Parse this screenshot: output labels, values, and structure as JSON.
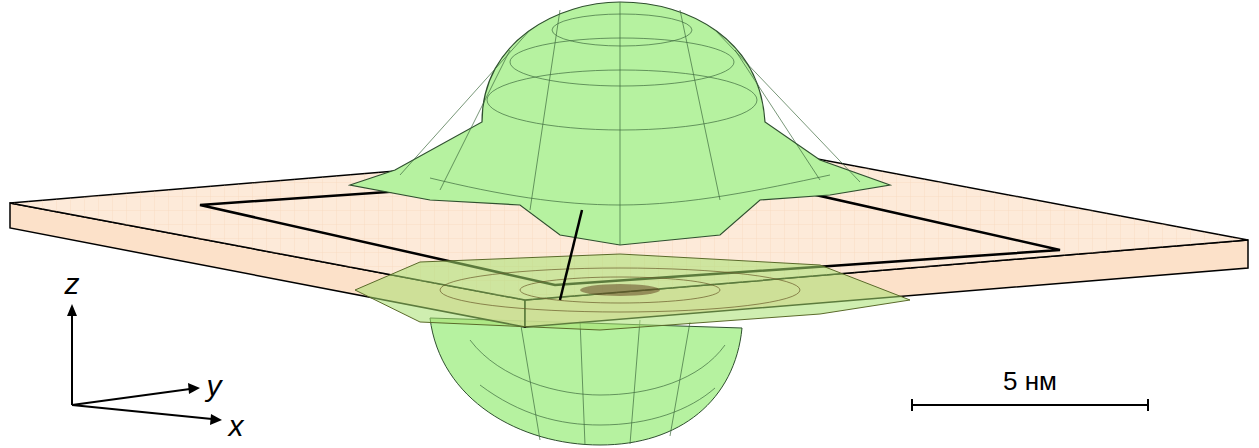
{
  "diagram": {
    "labels": [
      "z",
      "y",
      "x",
      "5 нм"
    ]
  }
}
